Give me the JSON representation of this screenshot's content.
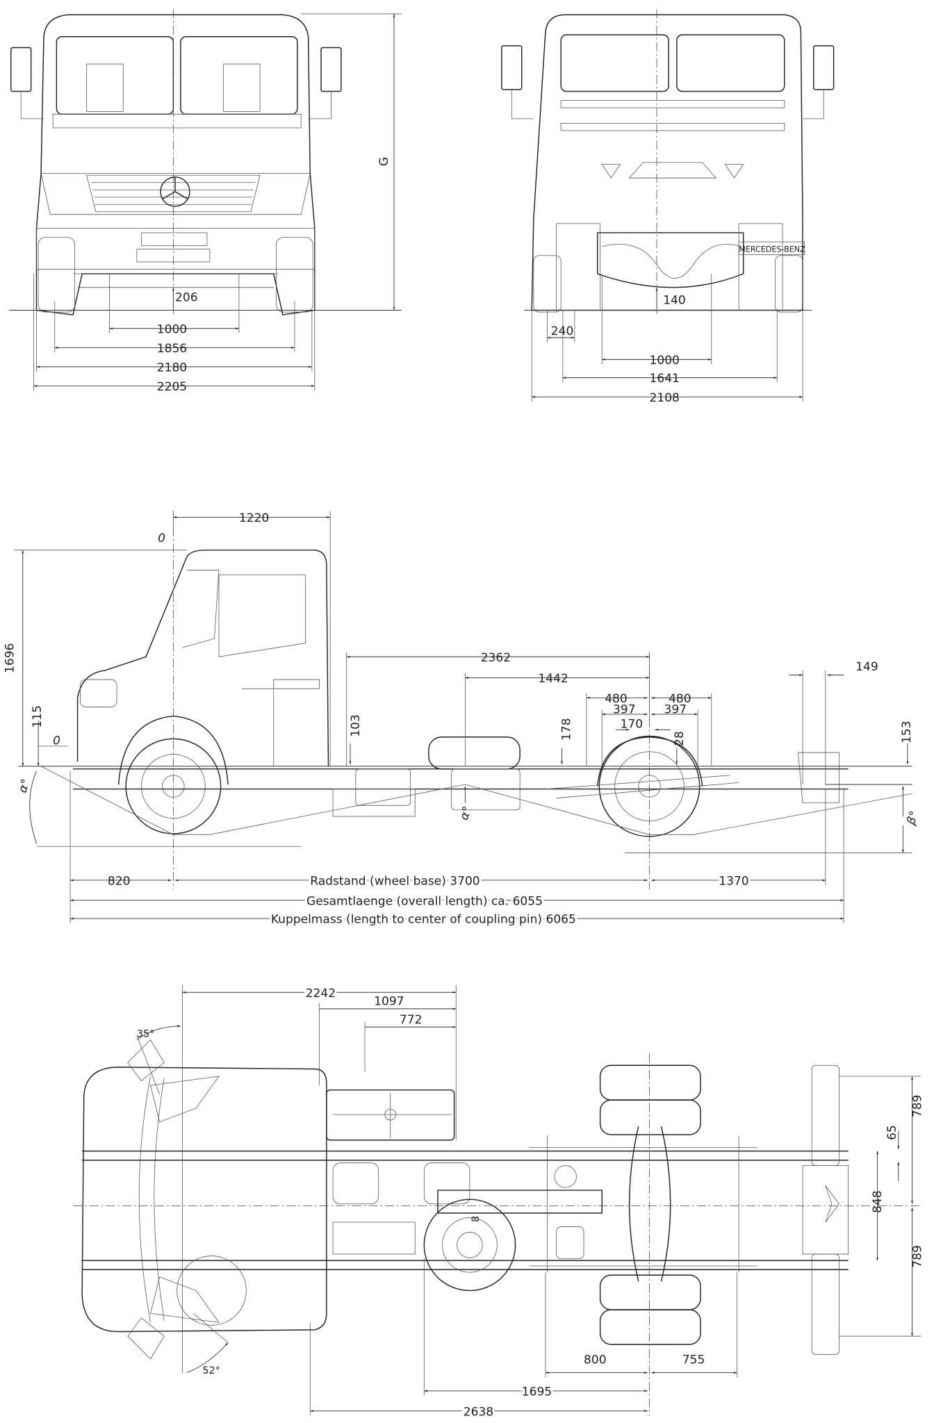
{
  "front_view": {
    "dims": [
      "206",
      "1000",
      "1856",
      "2180",
      "2205"
    ],
    "height_label": "G"
  },
  "rear_view": {
    "badge": "MERCEDES-BENZ",
    "dims": [
      "240",
      "140",
      "1000",
      "1641",
      "2108"
    ]
  },
  "side_view": {
    "cab_length": "1220",
    "datum_top": "0",
    "datum_front": "0",
    "cab_height": "1696",
    "front_overhang_height": "115",
    "dims_upper": [
      "2362",
      "1442",
      "480",
      "480",
      "397",
      "397",
      "170",
      "28",
      "103",
      "178",
      "149",
      "153"
    ],
    "front_overhang": "820",
    "wheel_base": "Radstand (wheel base) 3700",
    "rear_overhang": "1370",
    "overall_length": "Gesamtlaenge (overall length) ca. 6055",
    "coupling_length": "Kuppelmass (length to center of coupling pin) 6065",
    "angle_alpha": "α°",
    "angle_alpha2": "α°",
    "angle_beta": "β°"
  },
  "top_view": {
    "dims_top": [
      "2242",
      "1097",
      "772"
    ],
    "angle_left": "35°",
    "angle_right": "52°",
    "dims_bottom": [
      "800",
      "755",
      "1695",
      "2638"
    ],
    "dims_right": [
      "65",
      "789",
      "848",
      "789"
    ],
    "tank_mark": "8"
  }
}
